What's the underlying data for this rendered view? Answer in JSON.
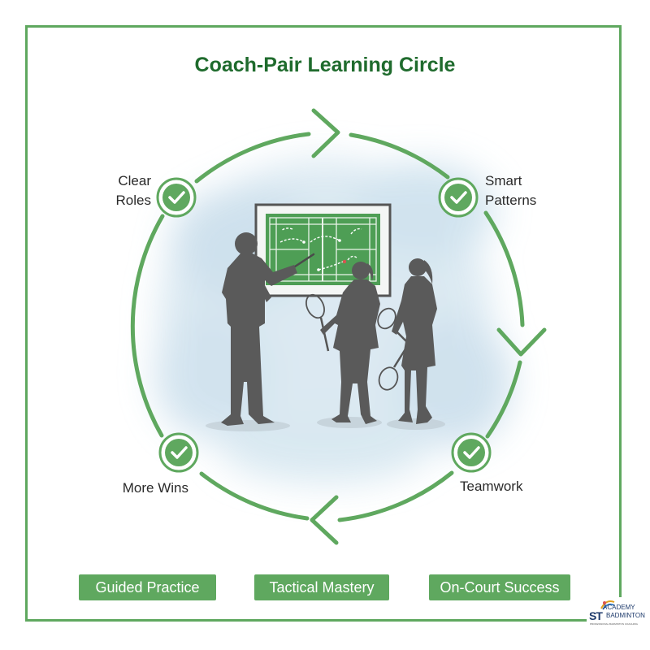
{
  "title": "Coach-Pair Learning Circle",
  "cycle": {
    "stages": [
      {
        "label_line1": "Clear",
        "label_line2": "Roles"
      },
      {
        "label_line1": "Smart",
        "label_line2": "Patterns"
      },
      {
        "label_line1": "Teamwork",
        "label_line2": ""
      },
      {
        "label_line1": "More Wins",
        "label_line2": ""
      }
    ]
  },
  "outcomes": [
    "Guided Practice",
    "Tactical Mastery",
    "On-Court Success"
  ],
  "logo": {
    "top": "ACADEMY",
    "initials": "ST",
    "name": "BADMINTON",
    "tagline": "PROFESSIONAL BADMINTON COACHING"
  },
  "colors": {
    "accent": "#5fa85f",
    "title": "#1f6b2d",
    "silhouette": "#5a5a5a",
    "board": "#4e9e55",
    "wash": "#cfe2ee"
  },
  "icons": [
    "check-icon",
    "arrow-icon",
    "whiteboard-icon",
    "coach-silhouette",
    "player-silhouette",
    "racket-icon"
  ]
}
